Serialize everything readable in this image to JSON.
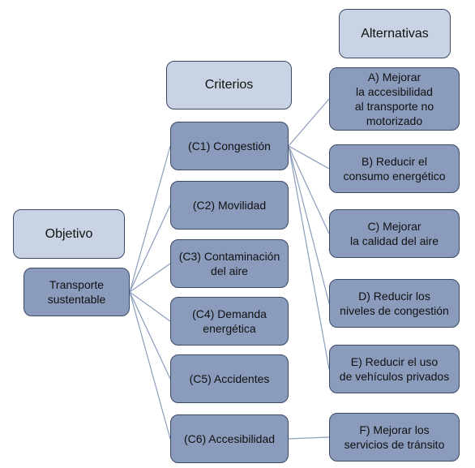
{
  "headers": {
    "alternativas": "Alternativas",
    "criterios": "Criterios",
    "objetivo": "Objetivo"
  },
  "goal": "Transporte\nsustentable",
  "criteria": [
    "(C1) Congestión",
    "(C2) Movilidad",
    "(C3) Contaminación\ndel aire",
    "(C4) Demanda\nenergética",
    "(C5) Accidentes",
    "(C6) Accesibilidad"
  ],
  "alternatives": [
    "A) Mejorar\nla accesibilidad\nal transporte no\nmotorizado",
    "B) Reducir el\nconsumo energético",
    "C) Mejorar\nla calidad del aire",
    "D) Reducir los\nniveles de congestión",
    "E) Reducir el uso\nde vehículos privados",
    "F) Mejorar los\nservicios de tránsito"
  ],
  "colors": {
    "header_fill": "#c9d3e3",
    "node_fill": "#8a9bbb",
    "border": "#3a4a66",
    "connector": "#8b9cbc"
  }
}
